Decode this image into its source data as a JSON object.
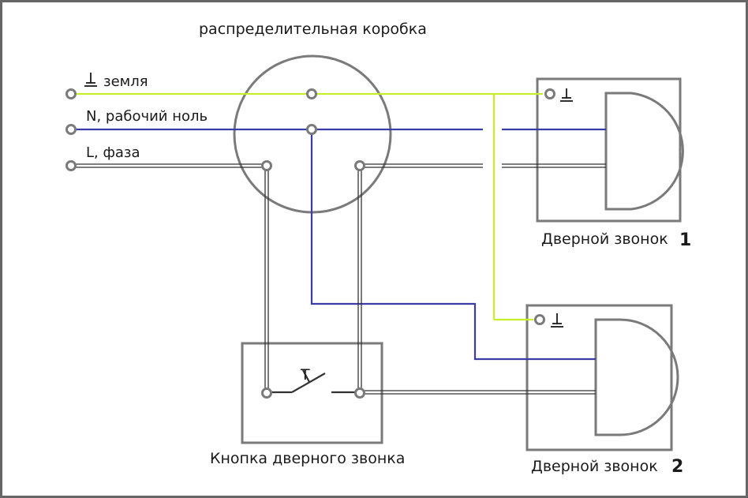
{
  "labels": {
    "junction_box": "распределительная коробка",
    "ground": "земля",
    "neutral": "N, рабочий ноль",
    "phase": "L, фаза",
    "bell1_name": "Дверной звонок",
    "bell1_num": "1",
    "bell2_name": "Дверной звонок",
    "bell2_num": "2",
    "button": "Кнопка дверного звонка",
    "switch_letter": "T"
  },
  "colors": {
    "ground_wire": "#c8ee2a",
    "neutral_wire": "#3c3ca8",
    "phase_wire": "#333333",
    "outline": "#7a7a7a",
    "frame": "#666666"
  }
}
